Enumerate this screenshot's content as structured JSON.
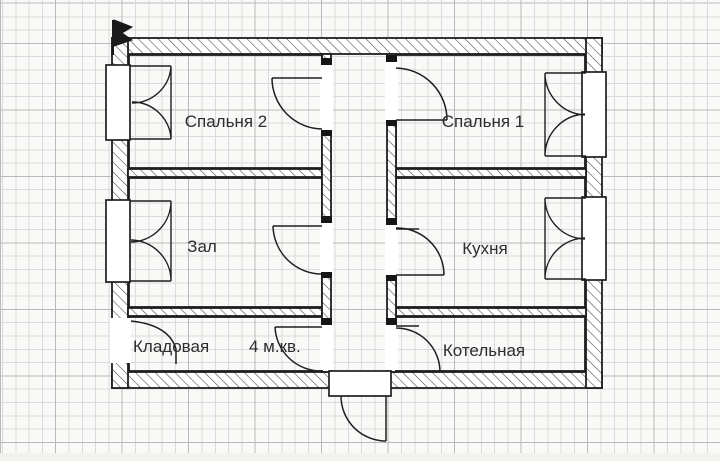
{
  "plan": {
    "rooms": [
      {
        "id": "bedroom2",
        "label": "Спальня 2"
      },
      {
        "id": "bedroom1",
        "label": "Спальня 1"
      },
      {
        "id": "hall",
        "label": "Зал"
      },
      {
        "id": "kitchen",
        "label": "Кухня"
      },
      {
        "id": "storage",
        "label": "Кладовая",
        "area_label": "4 м.кв."
      },
      {
        "id": "boiler",
        "label": "Котельная"
      }
    ],
    "colors": {
      "paper": "#f9f9f8",
      "grid_minor": "#dadada",
      "grid_major": "#b9b9b9",
      "line": "#1f1f1f",
      "wall_fill": "#ffffff",
      "label_text": "#2d2d2d"
    }
  }
}
